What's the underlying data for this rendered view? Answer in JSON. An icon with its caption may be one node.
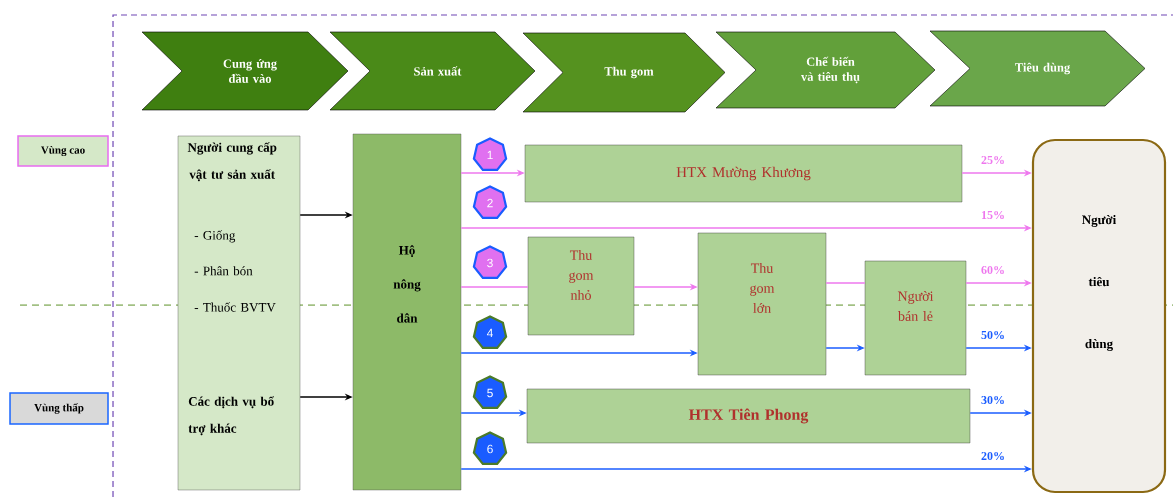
{
  "diagram": {
    "nodes": [
      {
        "text": [
          "Cung ứng đầu vào"
        ]
      },
      {
        "text": [
          "Sản xuất"
        ]
      },
      {
        "text": [
          "Thu gom"
        ]
      },
      {
        "text": [
          "Chế biến và tiêu thụ"
        ]
      },
      {
        "text": [
          "Tiêu dùng"
        ]
      },
      {
        "text": [
          "Vùng cao"
        ]
      },
      {
        "text": [
          "Vùng thấp"
        ]
      },
      {
        "text": [
          "Người cung cấp vật tư sản xuất",
          "- Giống",
          "- Phân bón",
          "- Thuốc BVTV",
          "Các dịch vụ bổ trợ khác"
        ]
      },
      {
        "text": [
          "Hộ nông dân"
        ]
      },
      {
        "text": [
          "HTX Mường Khương"
        ]
      },
      {
        "text": [
          "Thu gom nhỏ"
        ]
      },
      {
        "text": [
          "Thu gom lớn"
        ]
      },
      {
        "text": [
          "Người bán lẻ"
        ]
      },
      {
        "text": [
          "HTX Tiên Phong"
        ]
      },
      {
        "text": [
          "Người tiêu dùng"
        ]
      },
      {
        "text": [
          "1"
        ]
      },
      {
        "text": [
          "2"
        ]
      },
      {
        "text": [
          "3"
        ]
      },
      {
        "text": [
          "4"
        ]
      },
      {
        "text": [
          "5"
        ]
      },
      {
        "text": [
          "6"
        ]
      }
    ],
    "edges": [
      {
        "from": 7,
        "to": 8,
        "arrow": "to",
        "color": "#000000"
      },
      {
        "from": 7,
        "to": 8,
        "arrow": "to",
        "color": "#000000"
      },
      {
        "from": 8,
        "to": 9,
        "arrow": "to",
        "color": "#ee77ee"
      },
      {
        "from": 9,
        "to": 14,
        "arrow": "to",
        "label": "25%",
        "color": "#ee77ee"
      },
      {
        "from": 8,
        "to": 14,
        "arrow": "to",
        "label": "15%",
        "color": "#ee77ee"
      },
      {
        "from": 8,
        "to": 10,
        "arrow": "none",
        "color": "#ee77ee"
      },
      {
        "from": 10,
        "to": 11,
        "arrow": "to",
        "color": "#ee77ee"
      },
      {
        "from": 11,
        "to": 12,
        "arrow": "none",
        "color": "#ee77ee"
      },
      {
        "from": 12,
        "to": 14,
        "arrow": "to",
        "label": "60%",
        "color": "#ee77ee"
      },
      {
        "from": 8,
        "to": 11,
        "arrow": "to",
        "color": "#1a5cff"
      },
      {
        "from": 11,
        "to": 12,
        "arrow": "to",
        "color": "#1a5cff"
      },
      {
        "from": 12,
        "to": 14,
        "arrow": "to",
        "label": "50%",
        "color": "#1a5cff"
      },
      {
        "from": 8,
        "to": 13,
        "arrow": "to",
        "color": "#1a5cff"
      },
      {
        "from": 13,
        "to": 14,
        "arrow": "to",
        "label": "30%",
        "color": "#1a5cff"
      },
      {
        "from": 8,
        "to": 14,
        "arrow": "to",
        "label": "20%",
        "color": "#1a5cff"
      }
    ]
  }
}
